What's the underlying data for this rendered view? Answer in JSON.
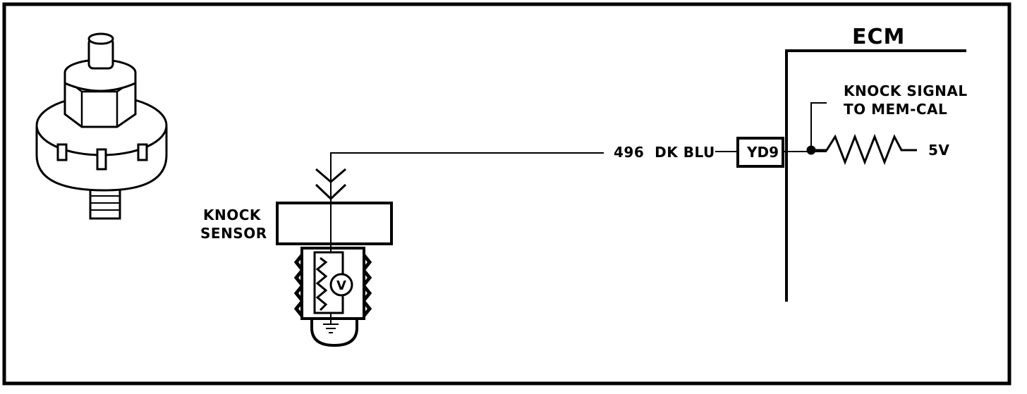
{
  "diagram": {
    "ecm_label": "ECM",
    "knock_signal_label": [
      "KNOCK SIGNAL",
      "TO MEM-CAL"
    ],
    "reference_voltage_label": "5V",
    "pin_label": "YD9",
    "wire_label": "496  DK BLU",
    "sensor_label": [
      "KNOCK",
      "SENSOR"
    ],
    "meter_symbol": "V"
  },
  "colors": {
    "ink": "#000000",
    "paper": "#ffffff",
    "sensor_shade": "#f2f2f2"
  }
}
